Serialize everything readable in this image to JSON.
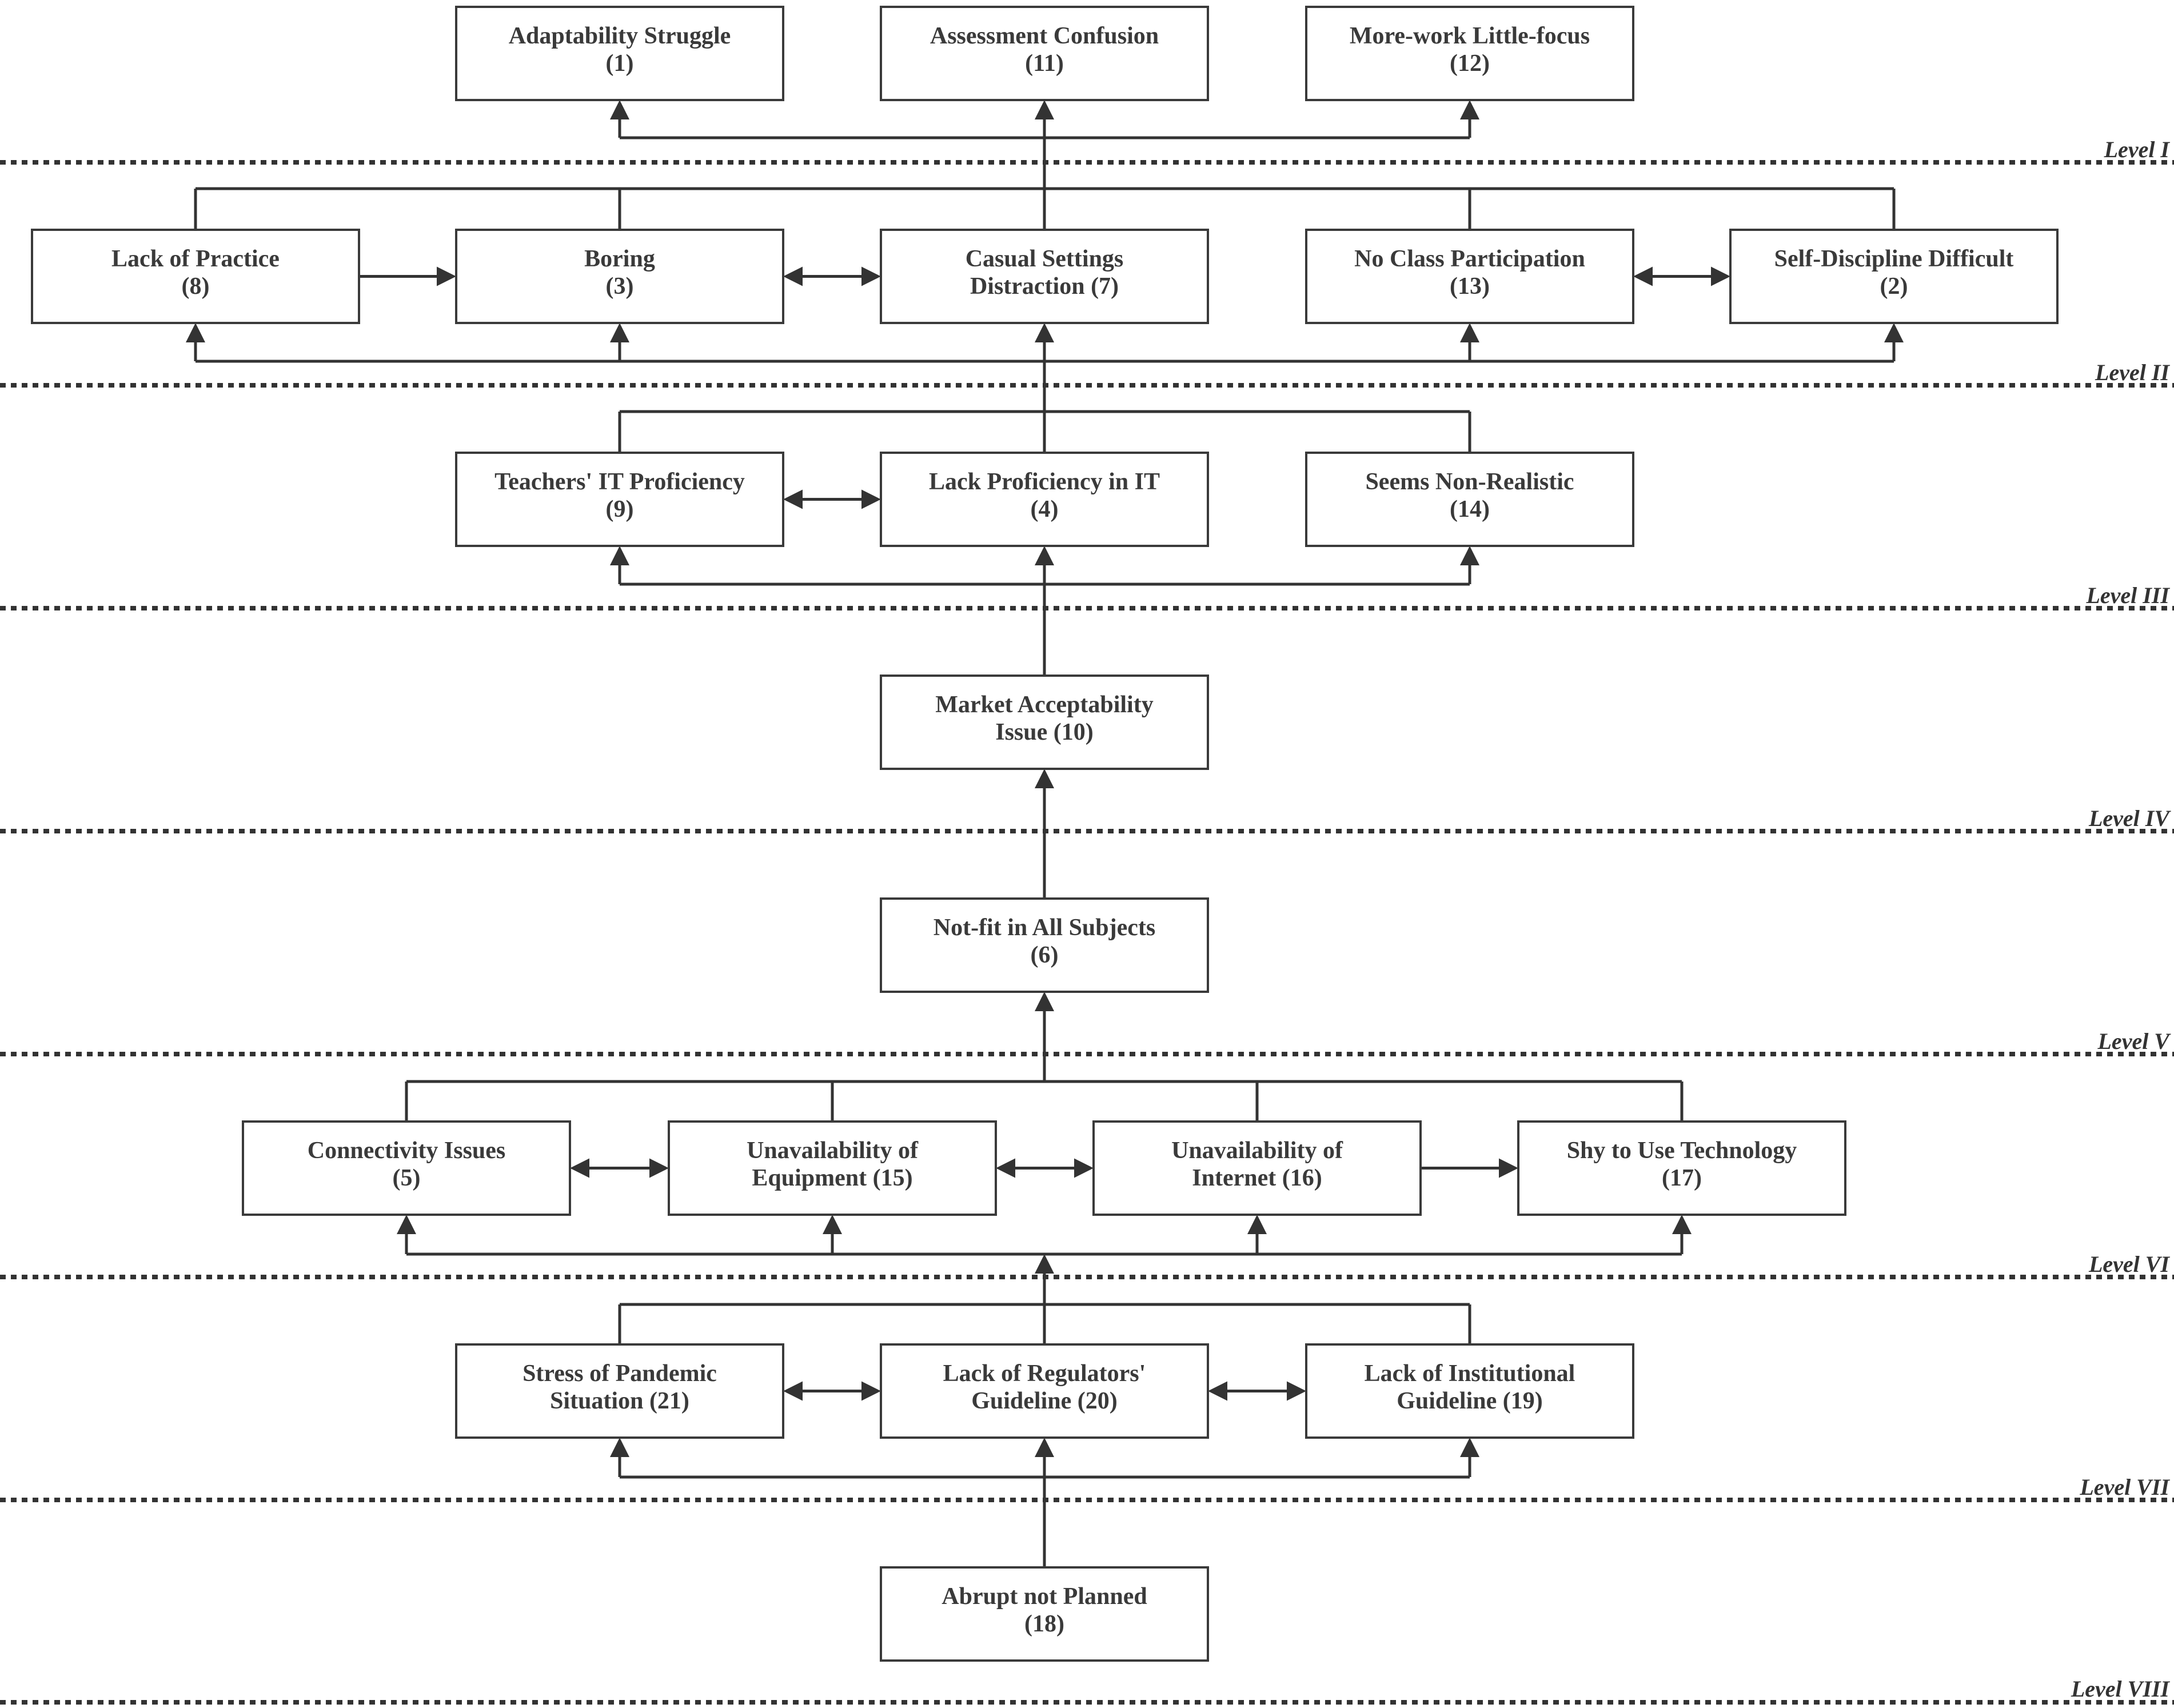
{
  "levels": [
    "Level I",
    "Level II",
    "Level III",
    "Level IV",
    "Level V",
    "Level VI",
    "Level VII",
    "Level VIII"
  ],
  "nodes": [
    {
      "id": "1",
      "level": 1,
      "lines": [
        "Adaptability Struggle",
        "(1)"
      ]
    },
    {
      "id": "11",
      "level": 1,
      "lines": [
        "Assessment Confusion",
        "(11)"
      ]
    },
    {
      "id": "12",
      "level": 1,
      "lines": [
        "More-work Little-focus",
        "(12)"
      ]
    },
    {
      "id": "8",
      "level": 2,
      "lines": [
        "Lack of Practice",
        "(8)"
      ]
    },
    {
      "id": "3",
      "level": 2,
      "lines": [
        "Boring",
        "(3)"
      ]
    },
    {
      "id": "7",
      "level": 2,
      "lines": [
        "Casual Settings",
        "Distraction (7)"
      ]
    },
    {
      "id": "13",
      "level": 2,
      "lines": [
        "No Class Participation",
        "(13)"
      ]
    },
    {
      "id": "2",
      "level": 2,
      "lines": [
        "Self-Discipline Difficult",
        "(2)"
      ]
    },
    {
      "id": "9",
      "level": 3,
      "lines": [
        "Teachers' IT Proficiency",
        "(9)"
      ]
    },
    {
      "id": "4",
      "level": 3,
      "lines": [
        "Lack Proficiency in IT",
        "(4)"
      ]
    },
    {
      "id": "14",
      "level": 3,
      "lines": [
        "Seems Non-Realistic",
        "(14)"
      ]
    },
    {
      "id": "10",
      "level": 4,
      "lines": [
        "Market Acceptability",
        "Issue (10)"
      ]
    },
    {
      "id": "6",
      "level": 5,
      "lines": [
        "Not-fit in All Subjects",
        "(6)"
      ]
    },
    {
      "id": "5",
      "level": 6,
      "lines": [
        "Connectivity Issues",
        "(5)"
      ]
    },
    {
      "id": "15",
      "level": 6,
      "lines": [
        "Unavailability of",
        "Equipment (15)"
      ]
    },
    {
      "id": "16",
      "level": 6,
      "lines": [
        "Unavailability of",
        "Internet (16)"
      ]
    },
    {
      "id": "17",
      "level": 6,
      "lines": [
        "Shy to Use Technology",
        "(17)"
      ]
    },
    {
      "id": "21",
      "level": 7,
      "lines": [
        "Stress of Pandemic",
        "Situation (21)"
      ]
    },
    {
      "id": "20",
      "level": 7,
      "lines": [
        "Lack of Regulators'",
        "Guideline (20)"
      ]
    },
    {
      "id": "19",
      "level": 7,
      "lines": [
        "Lack of Institutional",
        "Guideline (19)"
      ]
    },
    {
      "id": "18",
      "level": 8,
      "lines": [
        "Abrupt not Planned",
        "(18)"
      ]
    }
  ],
  "relations": {
    "directed": [
      [
        "7",
        "1"
      ],
      [
        "7",
        "11"
      ],
      [
        "7",
        "12"
      ],
      [
        "7",
        "8"
      ],
      [
        "7",
        "3"
      ],
      [
        "7",
        "13"
      ],
      [
        "7",
        "2"
      ],
      [
        "4",
        "8"
      ],
      [
        "4",
        "3"
      ],
      [
        "4",
        "7"
      ],
      [
        "4",
        "13"
      ],
      [
        "4",
        "2"
      ],
      [
        "8",
        "3"
      ],
      [
        "4",
        "9"
      ],
      [
        "4",
        "14"
      ],
      [
        "10",
        "9"
      ],
      [
        "10",
        "4"
      ],
      [
        "10",
        "14"
      ],
      [
        "6",
        "10"
      ],
      [
        "5",
        "6"
      ],
      [
        "15",
        "6"
      ],
      [
        "16",
        "6"
      ],
      [
        "17",
        "6"
      ],
      [
        "16",
        "17"
      ],
      [
        "20",
        "5"
      ],
      [
        "20",
        "15"
      ],
      [
        "20",
        "16"
      ],
      [
        "20",
        "17"
      ],
      [
        "20",
        "21"
      ],
      [
        "20",
        "19"
      ],
      [
        "18",
        "21"
      ],
      [
        "18",
        "20"
      ],
      [
        "18",
        "19"
      ]
    ],
    "bidirectional": [
      [
        "3",
        "7"
      ],
      [
        "13",
        "2"
      ],
      [
        "9",
        "4"
      ],
      [
        "5",
        "15"
      ],
      [
        "15",
        "16"
      ],
      [
        "21",
        "20"
      ],
      [
        "20",
        "19"
      ]
    ]
  }
}
